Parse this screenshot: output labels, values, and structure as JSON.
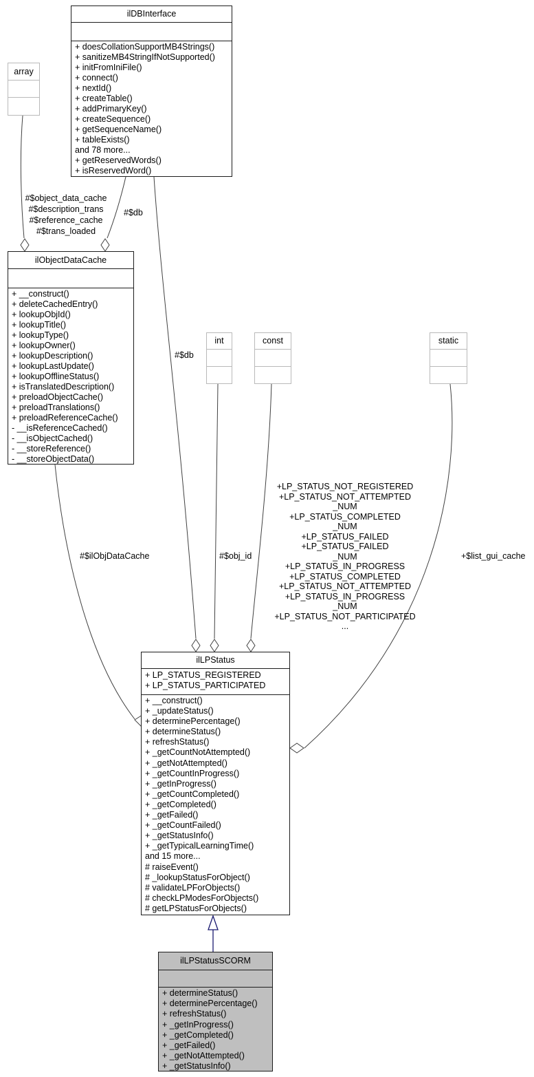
{
  "classes": {
    "array": {
      "title": "array"
    },
    "ildbinterface": {
      "title": "ilDBInterface",
      "methods": [
        "+ doesCollationSupportMB4Strings()",
        "+ sanitizeMB4StringIfNotSupported()",
        "+ initFromIniFile()",
        "+ connect()",
        "+ nextId()",
        "+ createTable()",
        "+ addPrimaryKey()",
        "+ createSequence()",
        "+ getSequenceName()",
        "+ tableExists()",
        "and 78 more...",
        "+ getReservedWords()",
        "+ isReservedWord()"
      ]
    },
    "ilobjectdatacache": {
      "title": "ilObjectDataCache",
      "methods": [
        "+ __construct()",
        "+ deleteCachedEntry()",
        "+ lookupObjId()",
        "+ lookupTitle()",
        "+ lookupType()",
        "+ lookupOwner()",
        "+ lookupDescription()",
        "+ lookupLastUpdate()",
        "+ lookupOfflineStatus()",
        "+ isTranslatedDescription()",
        "+ preloadObjectCache()",
        "+ preloadTranslations()",
        "+ preloadReferenceCache()",
        "- __isReferenceCached()",
        "- __isObjectCached()",
        "- __storeReference()",
        "- __storeObjectData()"
      ]
    },
    "int": {
      "title": "int"
    },
    "const": {
      "title": "const"
    },
    "static": {
      "title": "static"
    },
    "illpstatus": {
      "title": "ilLPStatus",
      "attributes": [
        "+ LP_STATUS_REGISTERED",
        "+ LP_STATUS_PARTICIPATED"
      ],
      "methods": [
        "+ __construct()",
        "+ _updateStatus()",
        "+ determinePercentage()",
        "+ determineStatus()",
        "+ refreshStatus()",
        "+ _getCountNotAttempted()",
        "+ _getNotAttempted()",
        "+ _getCountInProgress()",
        "+ _getInProgress()",
        "+ _getCountCompleted()",
        "+ _getCompleted()",
        "+ _getFailed()",
        "+ _getCountFailed()",
        "+ _getStatusInfo()",
        "+ _getTypicalLearningTime()",
        "and 15 more...",
        "# raiseEvent()",
        "# _lookupStatusForObject()",
        "# validateLPForObjects()",
        "# checkLPModesForObjects()",
        "# getLPStatusForObjects()"
      ]
    },
    "illpstatusscorm": {
      "title": "ilLPStatusSCORM",
      "methods": [
        "+ determineStatus()",
        "+ determinePercentage()",
        "+ refreshStatus()",
        "+ _getInProgress()",
        "+ _getCompleted()",
        "+ _getFailed()",
        "+ _getNotAttempted()",
        "+ _getStatusInfo()"
      ]
    }
  },
  "edge_labels": {
    "array_members": [
      "#$object_data_cache",
      "#$description_trans",
      "#$reference_cache",
      "#$trans_loaded"
    ],
    "db_to_objectcache": "#$db",
    "db_to_lpstatus": "#$db",
    "objcache_to_lpstatus": "#$ilObjDataCache",
    "int_to_lpstatus": "#$obj_id",
    "const_members": [
      "+LP_STATUS_NOT_REGISTERED",
      "+LP_STATUS_NOT_ATTEMPTED",
      "_NUM",
      "+LP_STATUS_COMPLETED",
      "_NUM",
      "+LP_STATUS_FAILED",
      "+LP_STATUS_FAILED",
      "_NUM",
      "+LP_STATUS_IN_PROGRESS",
      "+LP_STATUS_COMPLETED",
      "+LP_STATUS_NOT_ATTEMPTED",
      "+LP_STATUS_IN_PROGRESS",
      "_NUM",
      "+LP_STATUS_NOT_PARTICIPATED",
      "..."
    ],
    "static_to_lpstatus": "+$list_gui_cache"
  },
  "colors": {
    "current_class_fill": "#bfbfbf",
    "inheritance_edge": "#191970",
    "collaboration_edge": "#404040",
    "type_box_border": "#b9b9b9"
  }
}
